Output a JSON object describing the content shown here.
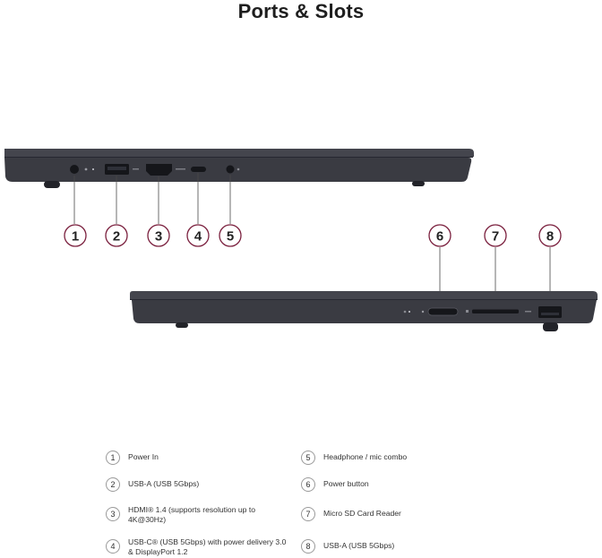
{
  "title": "Ports & Slots",
  "callouts": [
    "1",
    "2",
    "3",
    "4",
    "5",
    "6",
    "7",
    "8"
  ],
  "colors": {
    "body": "#3a3b42",
    "edge": "#50515a",
    "callout_ring": "#7a1f3d",
    "port": "#15161a"
  },
  "legend": [
    {
      "num": "1",
      "text": "Power In"
    },
    {
      "num": "2",
      "text": "USB-A (USB 5Gbps)"
    },
    {
      "num": "3",
      "text": "HDMI® 1.4 (supports resolution up to 4K@30Hz)"
    },
    {
      "num": "4",
      "text": "USB-C® (USB 5Gbps) with power delivery 3.0 & DisplayPort 1.2"
    },
    {
      "num": "5",
      "text": "Headphone / mic combo"
    },
    {
      "num": "6",
      "text": "Power button"
    },
    {
      "num": "7",
      "text": "Micro SD Card Reader"
    },
    {
      "num": "8",
      "text": "USB-A (USB 5Gbps)"
    }
  ]
}
